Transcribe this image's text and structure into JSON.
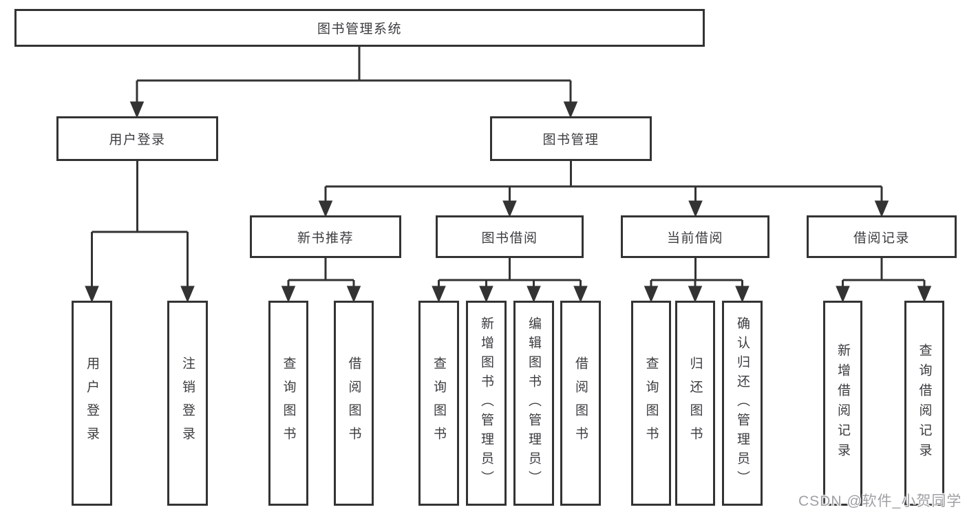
{
  "colors": {
    "line": "#333333",
    "box_border": "#333333",
    "text": "#3c3c40",
    "watermark": "#9fa0a4",
    "background": "#ffffff"
  },
  "tree": {
    "root": {
      "label": "图书管理系统"
    },
    "branches": [
      {
        "label": "用户登录",
        "leaves": [
          {
            "label": "用户登录"
          },
          {
            "label": "注销登录"
          }
        ]
      },
      {
        "label": "图书管理",
        "groups": [
          {
            "label": "新书推荐",
            "leaves": [
              {
                "label": "查询图书"
              },
              {
                "label": "借阅图书"
              }
            ]
          },
          {
            "label": "图书借阅",
            "leaves": [
              {
                "label": "查询图书"
              },
              {
                "label": "新增图书（管理员）"
              },
              {
                "label": "编辑图书（管理员）"
              },
              {
                "label": "借阅图书"
              }
            ]
          },
          {
            "label": "当前借阅",
            "leaves": [
              {
                "label": "查询图书"
              },
              {
                "label": "归还图书"
              },
              {
                "label": "确认归还（管理员）"
              }
            ]
          },
          {
            "label": "借阅记录",
            "leaves": [
              {
                "label": "新增借阅记录"
              },
              {
                "label": "查询借阅记录"
              }
            ]
          }
        ]
      }
    ]
  },
  "watermark": "CSDN @软件_小贺同学"
}
